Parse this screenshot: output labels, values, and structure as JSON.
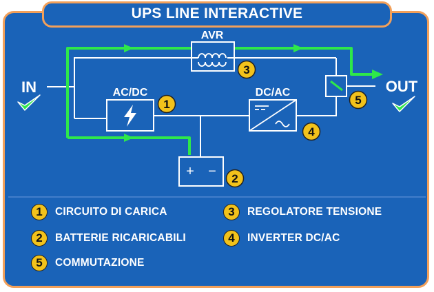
{
  "title": "UPS LINE INTERACTIVE",
  "labels": {
    "in": "IN",
    "out": "OUT",
    "avr": "AVR",
    "acdc": "AC/DC",
    "dcac": "DC/AC",
    "battery_plus": "+",
    "battery_minus": "−"
  },
  "badges": {
    "avr": "3",
    "acdc": "1",
    "battery": "2",
    "dcac": "4",
    "switch": "5"
  },
  "legend": [
    {
      "number": "1",
      "text": "CIRCUITO DI CARICA"
    },
    {
      "number": "2",
      "text": "BATTERIE RICARICABILI"
    },
    {
      "number": "3",
      "text": "REGOLATORE TENSIONE"
    },
    {
      "number": "4",
      "text": "INVERTER DC/AC"
    },
    {
      "number": "5",
      "text": "COMMUTAZIONE"
    }
  ],
  "colors": {
    "panel_bg": "#1a63b8",
    "border": "#f2a05a",
    "flow": "#2ee84a",
    "badge": "#f2c21b",
    "wire": "#ffffff"
  }
}
